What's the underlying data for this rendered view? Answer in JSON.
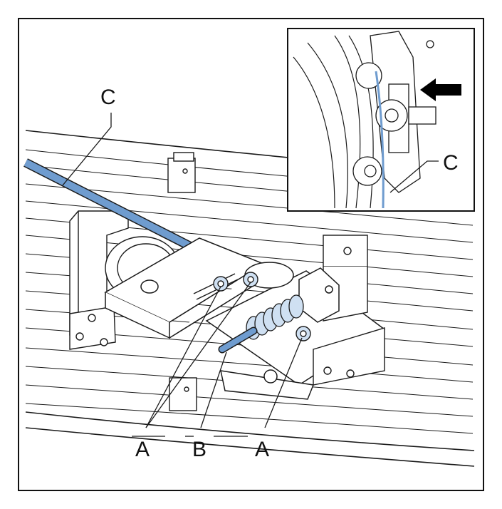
{
  "labels": {
    "main_cable": "C",
    "inset_cable": "C",
    "screw_left": "A",
    "screw_right": "A",
    "spring_rod": "B"
  },
  "colors": {
    "cable_blue": "#6f9ccf",
    "line": "#1a1a1a",
    "frame": "#111111",
    "arrow": "#000000"
  },
  "icons": {
    "inset_arrow": "arrow-left-icon"
  }
}
